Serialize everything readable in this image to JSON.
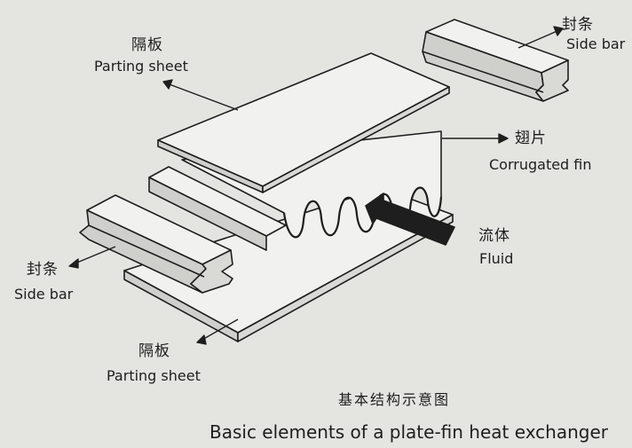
{
  "labels": {
    "side_bar_top": {
      "zh": "封条",
      "en": "Side bar"
    },
    "parting_sheet_top": {
      "zh": "隔板",
      "en": "Parting sheet"
    },
    "corrugated_fin": {
      "zh": "翅片",
      "en": "Corrugated fin"
    },
    "fluid": {
      "zh": "流体",
      "en": "Fluid"
    },
    "side_bar_left": {
      "zh": "封条",
      "en": "Side bar"
    },
    "parting_sheet_bottom": {
      "zh": "隔板",
      "en": "Parting sheet"
    }
  },
  "caption": {
    "zh": "基本结构示意图",
    "en": "Basic elements of a plate-fin heat exchanger"
  },
  "colors": {
    "background": "#e4e4e1",
    "line": "#1e1e1e",
    "part_face": "#f1f1ef",
    "part_side": "#cfcfcc",
    "arrow_fill": "#1e1e1e"
  }
}
